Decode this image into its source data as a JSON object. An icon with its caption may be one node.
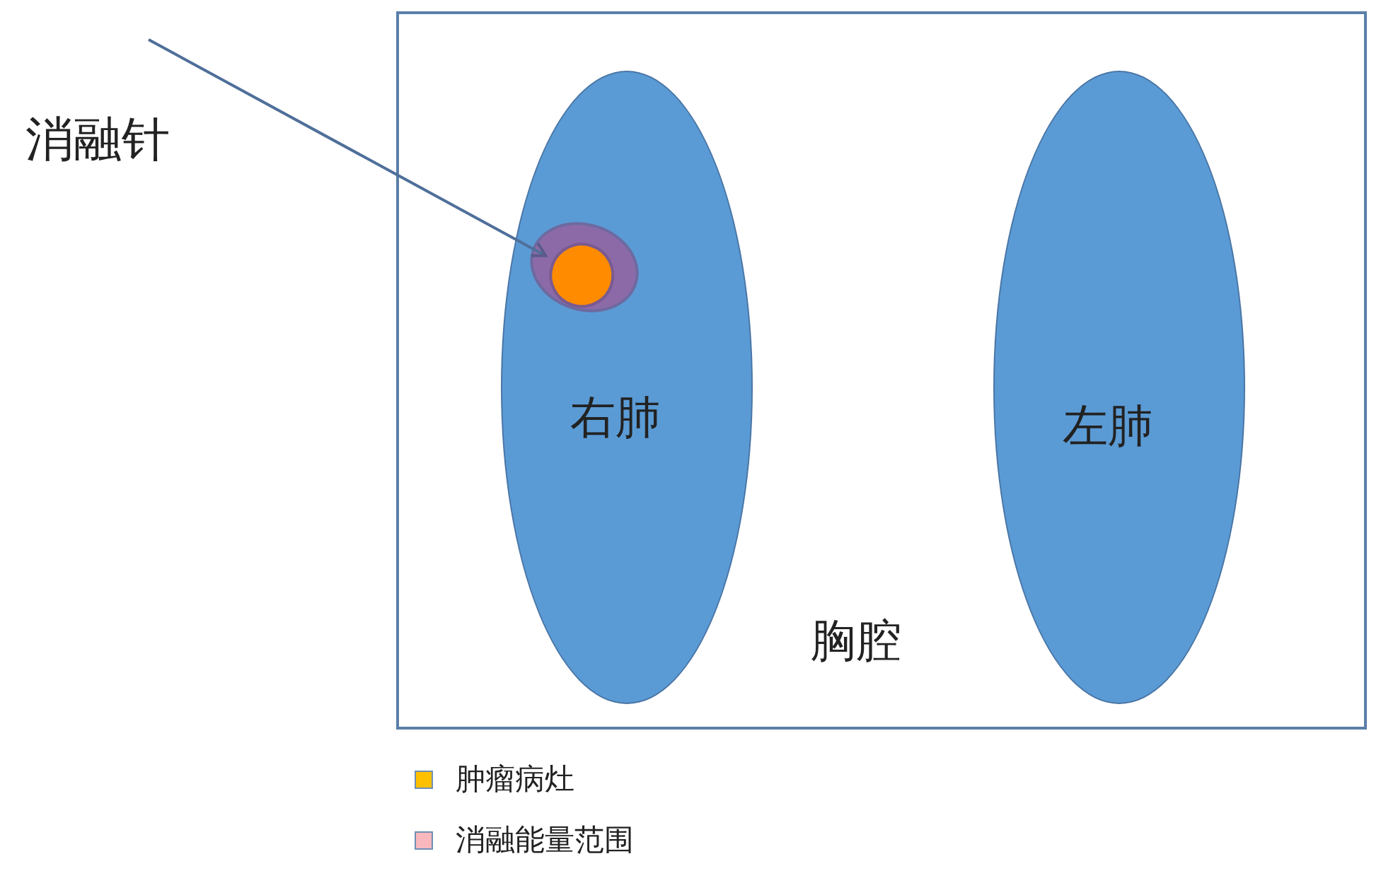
{
  "diagram": {
    "nodes": [
      {
        "text": [
          "胸腔"
        ]
      },
      {
        "text": [
          "右肺"
        ],
        "in": 0
      },
      {
        "text": [],
        "shape": "ellipse",
        "in": 1
      },
      {
        "text": [],
        "shape": "circle",
        "in": 2
      },
      {
        "text": [
          "左肺"
        ],
        "in": 0
      }
    ],
    "edges": [
      {
        "from": null,
        "to": 3,
        "arrow": "to"
      }
    ],
    "labels": [
      "消融针"
    ],
    "legend": [
      {
        "text": "肿瘤病灶",
        "color": "#ffc000"
      },
      {
        "text": "消融能量范围",
        "color": "#f8b8be"
      }
    ]
  }
}
